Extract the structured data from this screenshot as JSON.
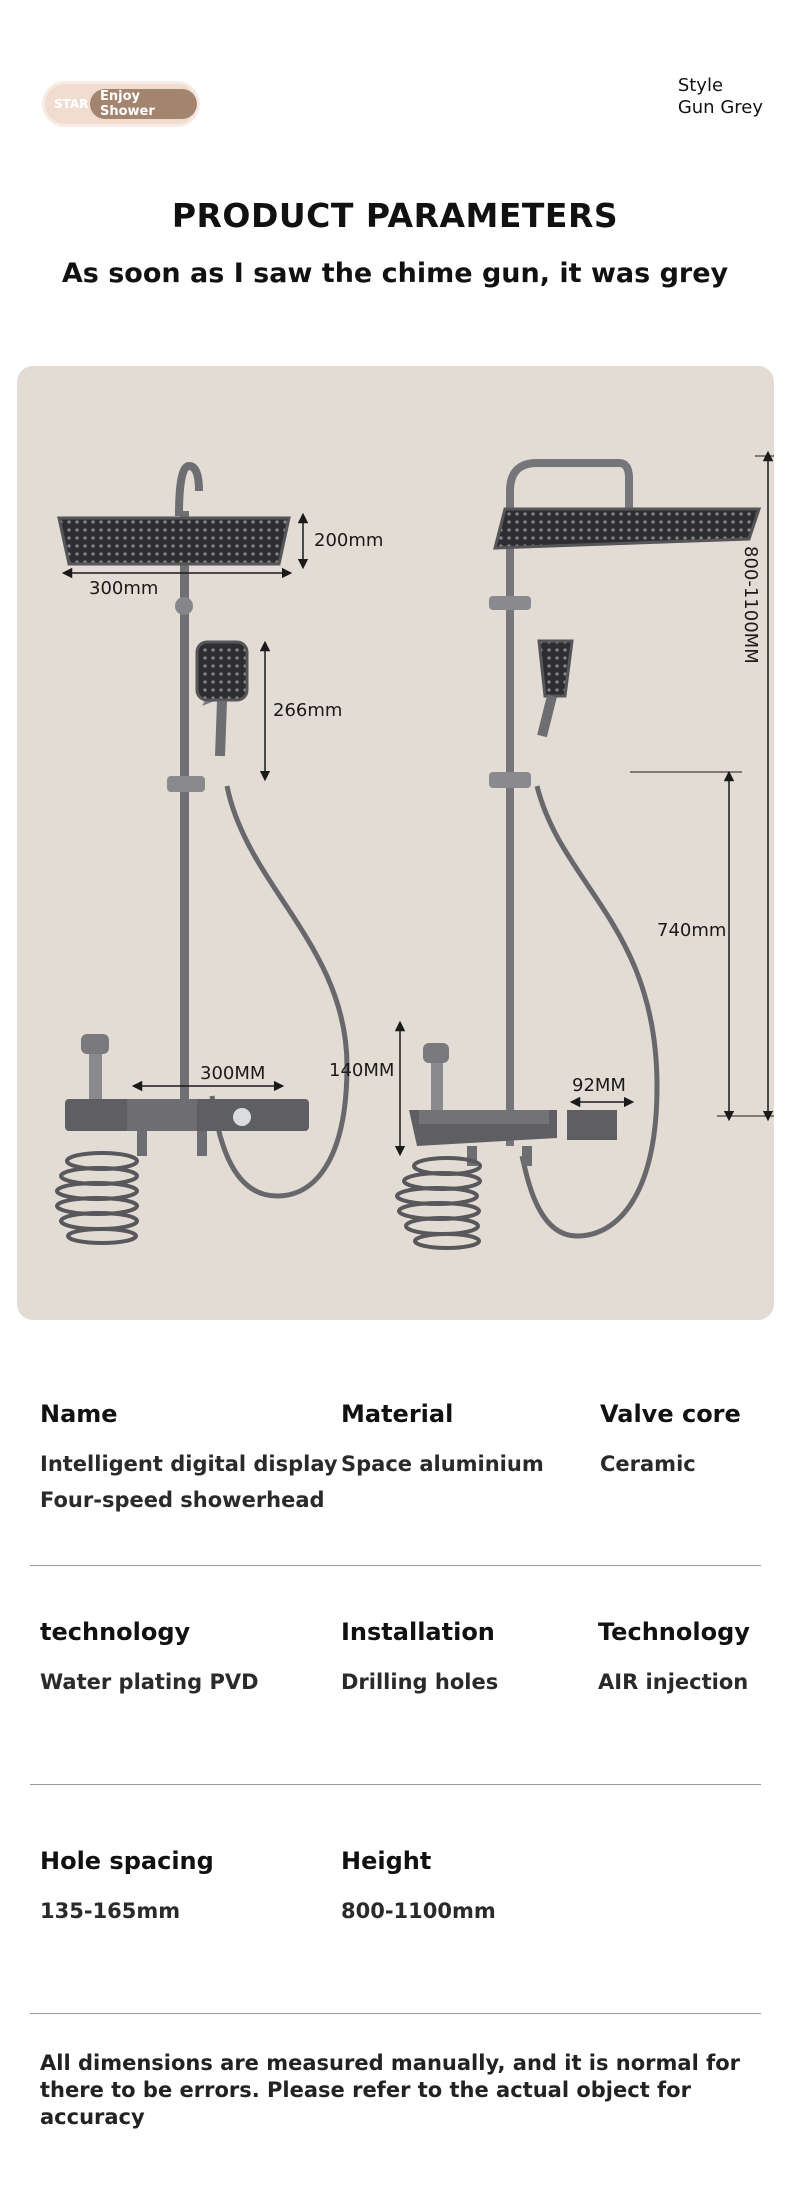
{
  "badge": {
    "brand": "STAR",
    "tagline": "Enjoy Shower"
  },
  "style": {
    "label": "Style",
    "value": "Gun Grey"
  },
  "header": {
    "title": "PRODUCT PARAMETERS",
    "subtitle": "As soon as I saw the chime gun, it was grey"
  },
  "dimensions": {
    "left_head_depth": "200mm",
    "left_head_width": "300mm",
    "handheld_length": "266mm",
    "left_shelf_width": "300MM",
    "shelf_height": "140MM",
    "total_height": "800-1100MM",
    "bar_height": "740mm",
    "right_shelf_depth": "92MM"
  },
  "params": [
    {
      "label": "Name",
      "value": [
        "Intelligent digital display",
        "Four-speed showerhead"
      ]
    },
    {
      "label": "Material",
      "value": [
        "Space aluminium"
      ]
    },
    {
      "label": "Valve core",
      "value": [
        "Ceramic"
      ]
    },
    {
      "label": "technology",
      "value": [
        "Water plating PVD"
      ]
    },
    {
      "label": "Installation",
      "value": [
        "Drilling holes"
      ]
    },
    {
      "label": "Technology",
      "value": [
        "AIR injection"
      ]
    },
    {
      "label": "Hole spacing",
      "value": [
        "135-165mm"
      ]
    },
    {
      "label": "Height",
      "value": [
        "800-1100mm"
      ]
    }
  ],
  "note": "All dimensions are measured manually, and it is normal for there to be errors. Please refer to the actual object for accuracy"
}
